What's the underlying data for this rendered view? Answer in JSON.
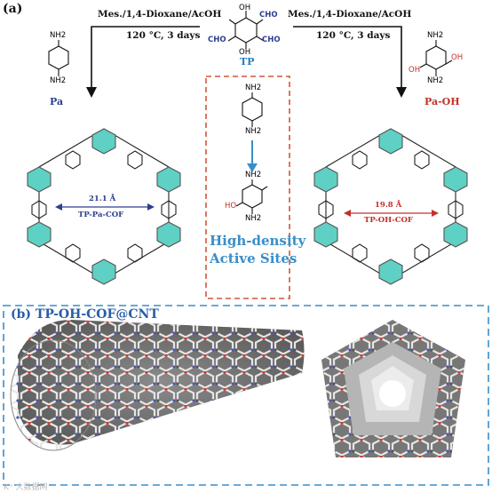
{
  "panel_a": {
    "label": "(a)"
  },
  "reaction_left": {
    "line1": "Mes./1,4-Dioxane/AcOH",
    "line2": "120 °C, 3 days"
  },
  "reaction_right": {
    "line1": "Mes./1,4-Dioxane/AcOH",
    "line2": "120 °C, 3 days"
  },
  "monomers": {
    "tp": {
      "name": "TP",
      "cho": "CHO",
      "oh": "OH"
    },
    "pa": {
      "name": "Pa",
      "nh2": "NH2"
    },
    "pa_oh": {
      "name": "Pa-OH",
      "nh2": "NH2",
      "oh": "OH"
    }
  },
  "cof_left": {
    "pore_size": "21.1 Å",
    "name": "TP-Pa-COF"
  },
  "cof_right": {
    "pore_size": "19.8 Å",
    "name": "TP-OH-COF"
  },
  "center_box": {
    "nh2": "NH2",
    "oh": "HO",
    "line1": "High-density",
    "line2": "Active Sites"
  },
  "panel_b": {
    "label": "(b) TP-OH-COF@CNT"
  },
  "watermark": "K⁺ 大数据网",
  "colors": {
    "blue_label": "#2d3f8f",
    "red_label": "#c2312c",
    "tp_label": "#1f7fc0",
    "dashed_red": "#d0573a",
    "dashed_blue": "#3a8ec8"
  }
}
